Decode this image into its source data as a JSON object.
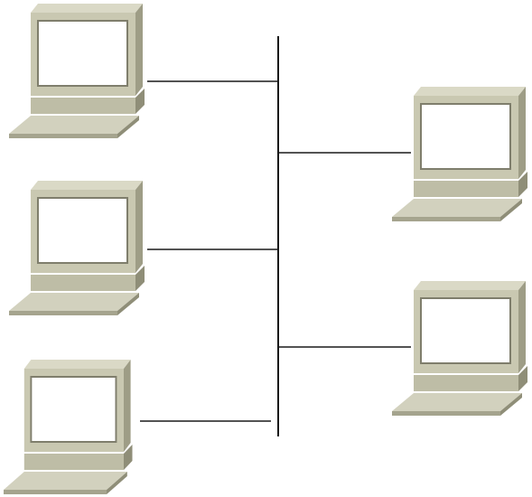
{
  "diagram": {
    "topology": "bus",
    "colors": {
      "background": "#ffffff",
      "cable": "#1a1a1a",
      "monitor_body": "#c9c8b1",
      "monitor_side": "#9e9d86",
      "monitor_top": "#dad9c6",
      "monitor_edge": "#7f7e6c",
      "screen": "#ffffff",
      "base_front": "#bebda6",
      "base_side": "#8f8e78",
      "keyboard_top": "#d2d1be",
      "keyboard_front": "#a5a48e"
    },
    "nodes": [
      {
        "id": "pc-left-top",
        "icon": "desktop-computer-icon",
        "side": "left"
      },
      {
        "id": "pc-left-middle",
        "icon": "desktop-computer-icon",
        "side": "left"
      },
      {
        "id": "pc-left-bottom",
        "icon": "desktop-computer-icon",
        "side": "left"
      },
      {
        "id": "pc-right-top",
        "icon": "desktop-computer-icon",
        "side": "right"
      },
      {
        "id": "pc-right-bottom",
        "icon": "desktop-computer-icon",
        "side": "right"
      }
    ],
    "links": [
      {
        "from": "pc-left-top",
        "to": "bus-backbone"
      },
      {
        "from": "pc-left-middle",
        "to": "bus-backbone"
      },
      {
        "from": "pc-left-bottom",
        "to": "bus-backbone"
      },
      {
        "from": "pc-right-top",
        "to": "bus-backbone"
      },
      {
        "from": "pc-right-bottom",
        "to": "bus-backbone"
      }
    ]
  }
}
